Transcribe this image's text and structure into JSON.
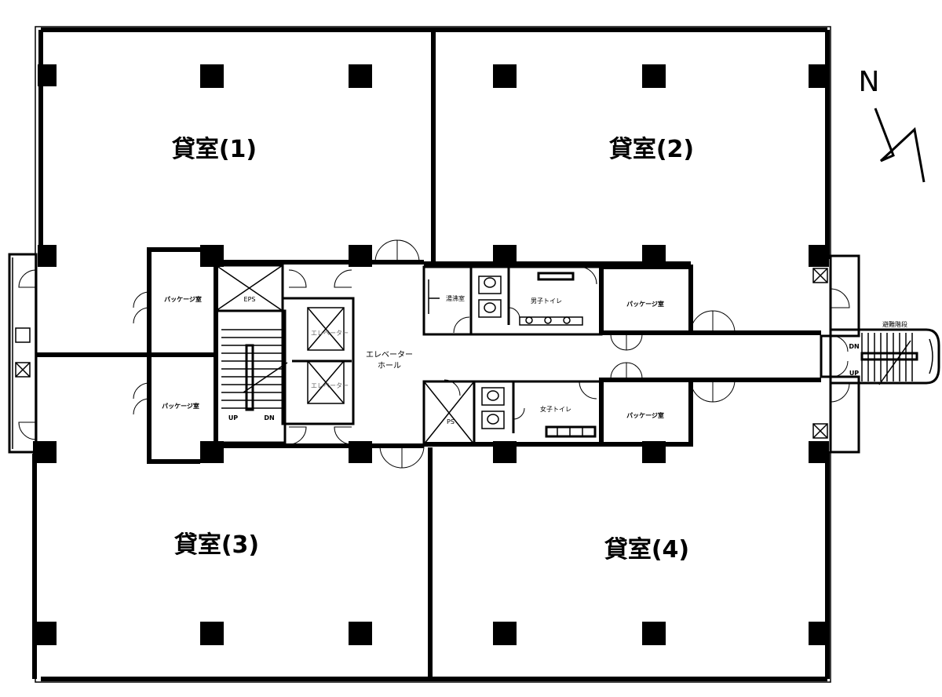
{
  "rooms": {
    "r1": "貸室(1)",
    "r2": "貸室(2)",
    "r3": "貸室(3)",
    "r4": "貸室(4)"
  },
  "labels": {
    "package_room": "パッケージ室",
    "eps": "EPS",
    "ps": "PS",
    "elevator": "エレベーター",
    "elevator_hall_line1": "エレベーター",
    "elevator_hall_line2": "ホール",
    "kitchenette": "湯沸室",
    "mens_toilet": "男子トイレ",
    "womens_toilet": "女子トイレ",
    "emergency_stairs": "避難階段",
    "up": "UP",
    "dn": "DN",
    "north": "N"
  }
}
